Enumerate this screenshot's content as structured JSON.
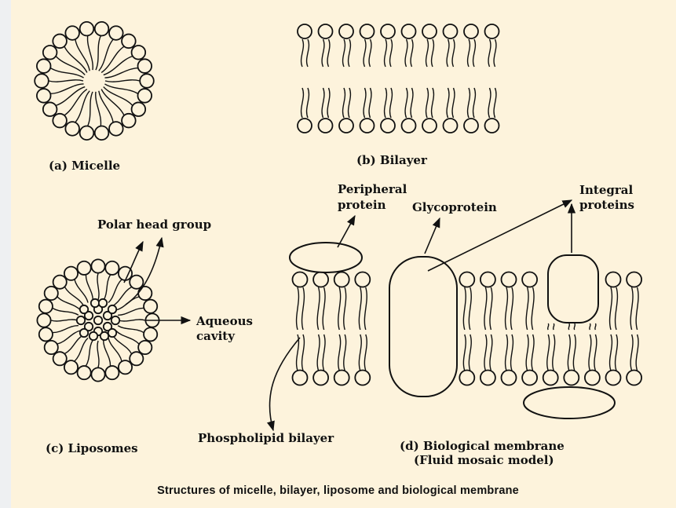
{
  "panels": {
    "micelle": "(a) Micelle",
    "bilayer": "(b) Bilayer",
    "liposomes": "(c) Liposomes",
    "membrane_line1": "(d) Biological membrane",
    "membrane_line2": "(Fluid mosaic model)"
  },
  "labels": {
    "polar_head_group": "Polar head group",
    "aqueous_line1": "Aqueous",
    "aqueous_line2": "cavity",
    "peripheral_line1": "Peripheral",
    "peripheral_line2": "protein",
    "glycoprotein": "Glycoprotein",
    "integral_line1": "Integral",
    "integral_line2": "proteins",
    "phospholipid_bilayer": "Phospholipid bilayer"
  },
  "caption": "Structures of micelle, bilayer, liposome and biological membrane",
  "colors": {
    "background": "#fdf3dc",
    "ink": "#111111"
  }
}
